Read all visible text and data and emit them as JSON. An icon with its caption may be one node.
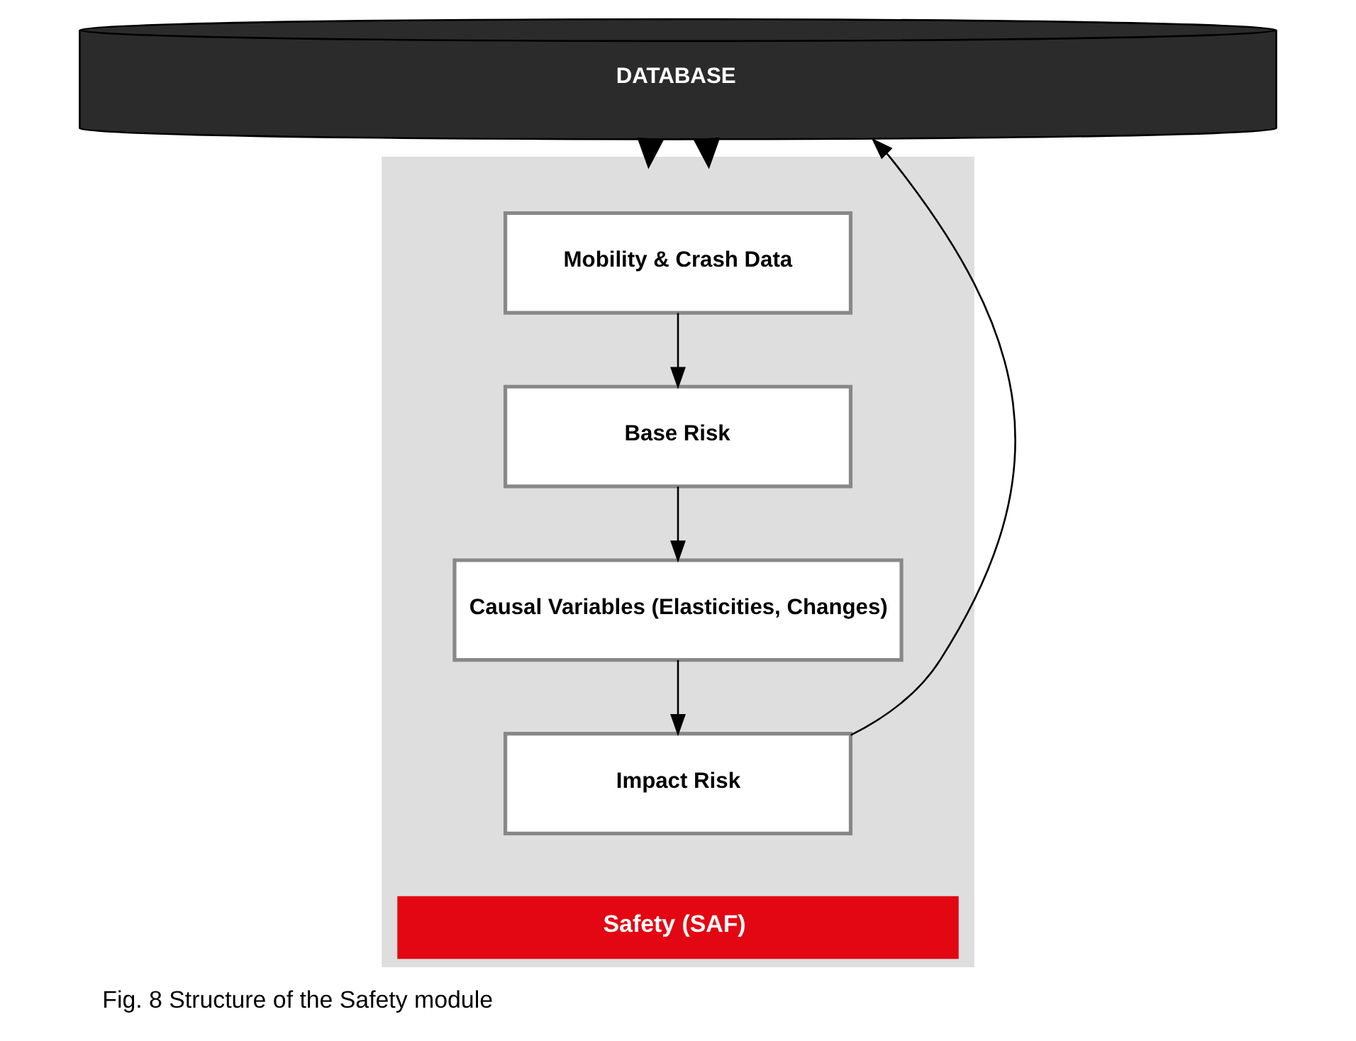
{
  "diagram": {
    "caption": "Fig. 8 Structure of the Safety module",
    "nodes": [
      {
        "text": [
          "DATABASE"
        ]
      },
      {
        "text": [
          "Safety (SAF)"
        ]
      },
      {
        "text": [
          "Mobility & Crash Data"
        ],
        "in": 1
      },
      {
        "text": [
          "Base Risk"
        ],
        "in": 1
      },
      {
        "text": [
          "Causal Variables (Elasticities, Changes)"
        ],
        "in": 1
      },
      {
        "text": [
          "Impact Risk"
        ],
        "in": 1
      }
    ],
    "edges": [
      {
        "from": 0,
        "to": 1,
        "arrow": "to",
        "style": "thick"
      },
      {
        "from": 0,
        "to": 1,
        "arrow": "to",
        "style": "thick"
      },
      {
        "from": 2,
        "to": 3,
        "arrow": "to"
      },
      {
        "from": 3,
        "to": 4,
        "arrow": "to"
      },
      {
        "from": 4,
        "to": 5,
        "arrow": "to"
      },
      {
        "from": 5,
        "to": 0,
        "arrow": "to"
      }
    ]
  }
}
